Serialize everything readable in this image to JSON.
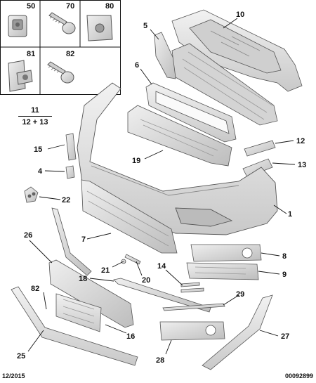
{
  "fasteners_panel": [
    {
      "ref": "50",
      "icon": "clip-nut-icon"
    },
    {
      "ref": "70",
      "icon": "screw-icon"
    },
    {
      "ref": "80",
      "icon": "clip-icon"
    },
    {
      "ref": "81",
      "icon": "bracket-nut-icon"
    },
    {
      "ref": "82",
      "icon": "screw-icon"
    }
  ],
  "ref_group": {
    "top": "11",
    "bottom": "12 + 13"
  },
  "callouts": {
    "c10": "10",
    "c5": "5",
    "c6": "6",
    "c19": "19",
    "c15": "15",
    "c4": "4",
    "c12": "12",
    "c13": "13",
    "c22": "22",
    "c1": "1",
    "c26": "26",
    "c7": "7",
    "c8": "8",
    "c9": "9",
    "c21": "21",
    "c20": "20",
    "c14": "14",
    "c18": "18",
    "c29": "29",
    "c82b": "82",
    "c16": "16",
    "c27": "27",
    "c25": "25",
    "c28": "28"
  },
  "footer": {
    "date": "12/2015",
    "doc_number": "00092899"
  },
  "colors": {
    "part_fill": "#e3e3e3",
    "part_stroke": "#555555",
    "shade": "#b9b9b9",
    "line": "#111111"
  }
}
